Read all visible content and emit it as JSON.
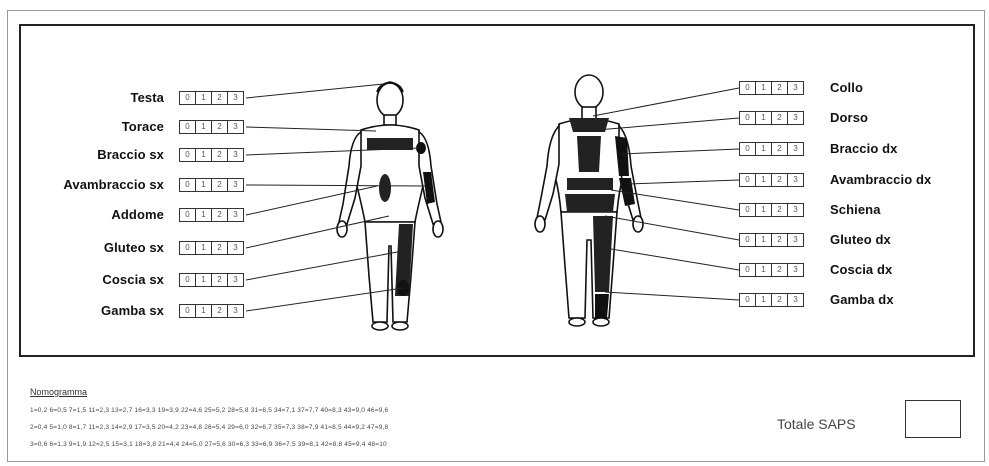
{
  "left_regions": [
    {
      "label": "Testa",
      "scale": [
        "0",
        "1",
        "2",
        "3"
      ]
    },
    {
      "label": "Torace",
      "scale": [
        "0",
        "1",
        "2",
        "3"
      ]
    },
    {
      "label": "Braccio sx",
      "scale": [
        "0",
        "1",
        "2",
        "3"
      ]
    },
    {
      "label": "Avambraccio sx",
      "scale": [
        "0",
        "1",
        "2",
        "3"
      ]
    },
    {
      "label": "Addome",
      "scale": [
        "0",
        "1",
        "2",
        "3"
      ]
    },
    {
      "label": "Gluteo sx",
      "scale": [
        "0",
        "1",
        "2",
        "3"
      ]
    },
    {
      "label": "Coscia sx",
      "scale": [
        "0",
        "1",
        "2",
        "3"
      ]
    },
    {
      "label": "Gamba sx",
      "scale": [
        "0",
        "1",
        "2",
        "3"
      ]
    }
  ],
  "right_regions": [
    {
      "label": "Collo",
      "scale": [
        "0",
        "1",
        "2",
        "3"
      ]
    },
    {
      "label": "Dorso",
      "scale": [
        "0",
        "1",
        "2",
        "3"
      ]
    },
    {
      "label": "Braccio dx",
      "scale": [
        "0",
        "1",
        "2",
        "3"
      ]
    },
    {
      "label": "Avambraccio dx",
      "scale": [
        "0",
        "1",
        "2",
        "3"
      ]
    },
    {
      "label": "Schiena",
      "scale": [
        "0",
        "1",
        "2",
        "3"
      ]
    },
    {
      "label": "Gluteo dx",
      "scale": [
        "0",
        "1",
        "2",
        "3"
      ]
    },
    {
      "label": "Coscia dx",
      "scale": [
        "0",
        "1",
        "2",
        "3"
      ]
    },
    {
      "label": "Gamba dx",
      "scale": [
        "0",
        "1",
        "2",
        "3"
      ]
    }
  ],
  "nomogram": {
    "title": "Nomogramma",
    "rows": [
      "1=0,2 6=0,5 7=1,5 11=2,3 13=2,7 16=3,3 19=3,9 22=4,6 25=5,2 28=5,8 31=6,5 34=7,1 37=7,7 40=8,3 43=9,0 46=9,6",
      "2=0,4 5=1,0 8=1,7 11=2,3 14=2,9 17=3,5 20=4,2 23=4,8 26=5,4 29=6,0 32=6,7 35=7,3 38=7,9 41=8,5 44=9,2 47=9,8",
      "3=0,6 6=1,3 9=1,9 12=2,5 15=3,1 18=3,8 21=4,4 24=5,0 27=5,6 30=6,3 33=6,9 36=7,5 39=8,1 42=8,8 45=9,4 48=10"
    ]
  },
  "total": {
    "label": "Totale SAPS",
    "value": ""
  }
}
